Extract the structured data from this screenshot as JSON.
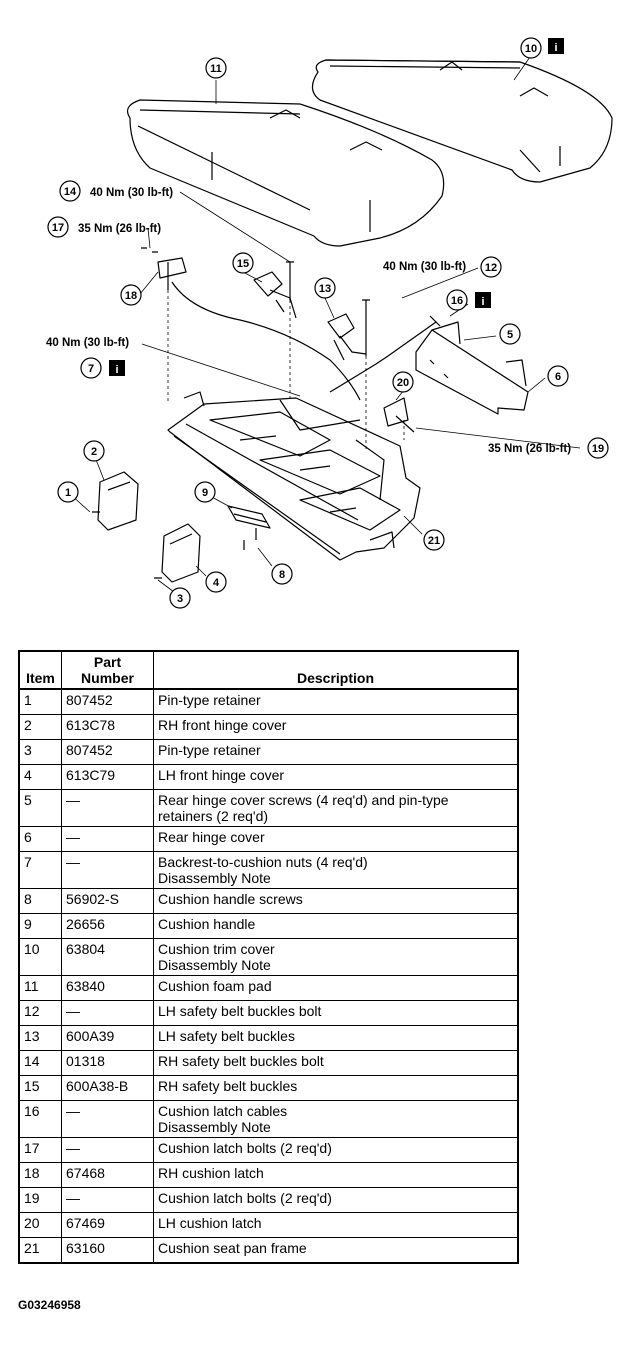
{
  "diagram": {
    "callouts": [
      {
        "id": "1",
        "label": "1"
      },
      {
        "id": "2",
        "label": "2"
      },
      {
        "id": "3",
        "label": "3"
      },
      {
        "id": "4",
        "label": "4"
      },
      {
        "id": "5",
        "label": "5"
      },
      {
        "id": "6",
        "label": "6"
      },
      {
        "id": "7",
        "label": "7"
      },
      {
        "id": "8",
        "label": "8"
      },
      {
        "id": "9",
        "label": "9"
      },
      {
        "id": "10",
        "label": "10"
      },
      {
        "id": "11",
        "label": "11"
      },
      {
        "id": "12",
        "label": "12"
      },
      {
        "id": "13",
        "label": "13"
      },
      {
        "id": "14",
        "label": "14"
      },
      {
        "id": "15",
        "label": "15"
      },
      {
        "id": "16",
        "label": "16"
      },
      {
        "id": "17",
        "label": "17"
      },
      {
        "id": "18",
        "label": "18"
      },
      {
        "id": "19",
        "label": "19"
      },
      {
        "id": "20",
        "label": "20"
      },
      {
        "id": "21",
        "label": "21"
      }
    ],
    "torque_specs": {
      "t14": "40 Nm (30 lb-ft)",
      "t17": "35 Nm (26 lb-ft)",
      "t12": "40 Nm (30 lb-ft)",
      "t7": "40 Nm (30 lb-ft)",
      "t19": "35 Nm (26 lb-ft)"
    },
    "info_badge": "i"
  },
  "table": {
    "headers": {
      "item": "Item",
      "part_line1": "Part",
      "part_line2": "Number",
      "description": "Description"
    },
    "rows": [
      {
        "item": "1",
        "part": "807452",
        "desc": [
          "Pin-type retainer"
        ]
      },
      {
        "item": "2",
        "part": "613C78",
        "desc": [
          "RH front hinge cover"
        ]
      },
      {
        "item": "3",
        "part": "807452",
        "desc": [
          "Pin-type retainer"
        ]
      },
      {
        "item": "4",
        "part": "613C79",
        "desc": [
          "LH front hinge cover"
        ]
      },
      {
        "item": "5",
        "part": "—",
        "desc": [
          "Rear hinge cover screws (4 req'd) and pin-type",
          "retainers (2 req'd)"
        ]
      },
      {
        "item": "6",
        "part": "—",
        "desc": [
          "Rear hinge cover"
        ]
      },
      {
        "item": "7",
        "part": "—",
        "desc": [
          "Backrest-to-cushion nuts (4 req'd)",
          "Disassembly Note"
        ]
      },
      {
        "item": "8",
        "part": "56902-S",
        "desc": [
          "Cushion handle screws"
        ]
      },
      {
        "item": "9",
        "part": "26656",
        "desc": [
          "Cushion handle"
        ]
      },
      {
        "item": "10",
        "part": "63804",
        "desc": [
          "Cushion trim cover",
          "Disassembly Note"
        ]
      },
      {
        "item": "11",
        "part": "63840",
        "desc": [
          "Cushion foam pad"
        ]
      },
      {
        "item": "12",
        "part": "—",
        "desc": [
          "LH safety belt buckles bolt"
        ]
      },
      {
        "item": "13",
        "part": "600A39",
        "desc": [
          "LH safety belt buckles"
        ]
      },
      {
        "item": "14",
        "part": "01318",
        "desc": [
          "RH safety belt buckles bolt"
        ]
      },
      {
        "item": "15",
        "part": "600A38-B",
        "desc": [
          "RH safety belt buckles"
        ]
      },
      {
        "item": "16",
        "part": "—",
        "desc": [
          "Cushion latch cables",
          "Disassembly Note"
        ]
      },
      {
        "item": "17",
        "part": "—",
        "desc": [
          "Cushion latch bolts (2 req'd)"
        ]
      },
      {
        "item": "18",
        "part": "67468",
        "desc": [
          "RH cushion latch"
        ]
      },
      {
        "item": "19",
        "part": "—",
        "desc": [
          "Cushion latch bolts (2 req'd)"
        ]
      },
      {
        "item": "20",
        "part": "67469",
        "desc": [
          "LH cushion latch"
        ]
      },
      {
        "item": "21",
        "part": "63160",
        "desc": [
          "Cushion seat pan frame"
        ]
      }
    ]
  },
  "figure_id": "G03246958"
}
